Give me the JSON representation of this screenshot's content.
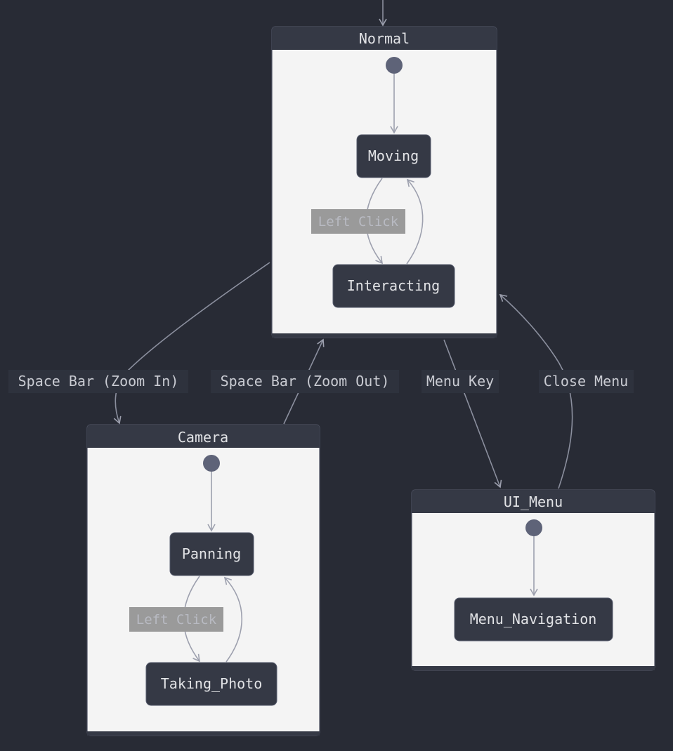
{
  "states": {
    "normal": {
      "title": "Normal",
      "moving": "Moving",
      "interacting": "Interacting",
      "transition_label": "Left Click"
    },
    "camera": {
      "title": "Camera",
      "panning": "Panning",
      "taking_photo": "Taking_Photo",
      "transition_label": "Left Click"
    },
    "ui_menu": {
      "title": "UI_Menu",
      "menu_navigation": "Menu_Navigation"
    }
  },
  "transitions": {
    "zoom_in": "Space Bar (Zoom In)",
    "zoom_out": "Space Bar (Zoom Out)",
    "menu_key": "Menu Key",
    "close_menu": "Close Menu"
  }
}
